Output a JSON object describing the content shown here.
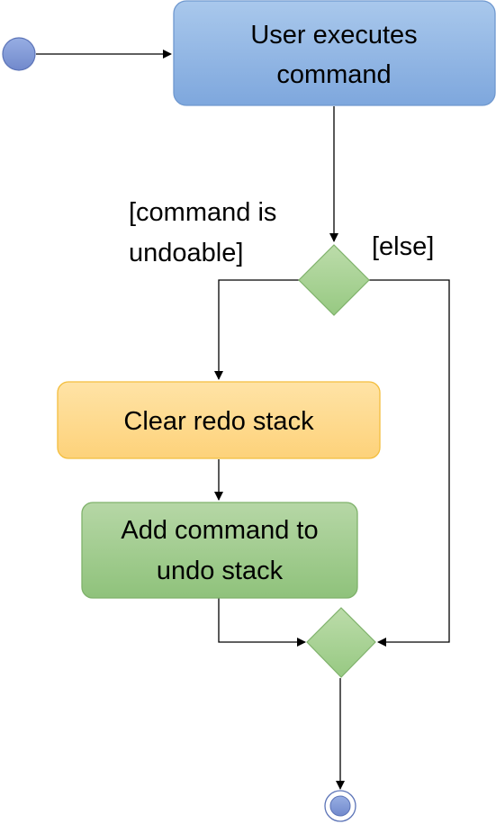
{
  "diagram": {
    "nodes": {
      "start": {
        "kind": "initial-node"
      },
      "execute": {
        "line1": "User executes",
        "line2": "command"
      },
      "decision": {
        "kind": "decision-node"
      },
      "clear_redo": {
        "line1": "Clear redo stack"
      },
      "add_undo": {
        "line1": "Add command to",
        "line2": "undo stack"
      },
      "merge": {
        "kind": "merge-node"
      },
      "end": {
        "kind": "final-node"
      }
    },
    "guards": {
      "undoable_line1": "[command is",
      "undoable_line2": "undoable]",
      "else": "[else]"
    },
    "colors": {
      "blue_fill_top": "#a9c8ec",
      "blue_fill_bottom": "#7ea7dd",
      "blue_stroke": "#6f98cf",
      "orange_fill_top": "#ffe3a6",
      "orange_fill_bottom": "#fdd27a",
      "orange_stroke": "#f3be3e",
      "green_fill_top": "#b6d7a6",
      "green_fill_bottom": "#8fc27b",
      "green_stroke": "#7fb26b",
      "node_circle": "#7f96d6",
      "node_circle_stroke": "#5b73b7",
      "edge": "#000000"
    }
  }
}
